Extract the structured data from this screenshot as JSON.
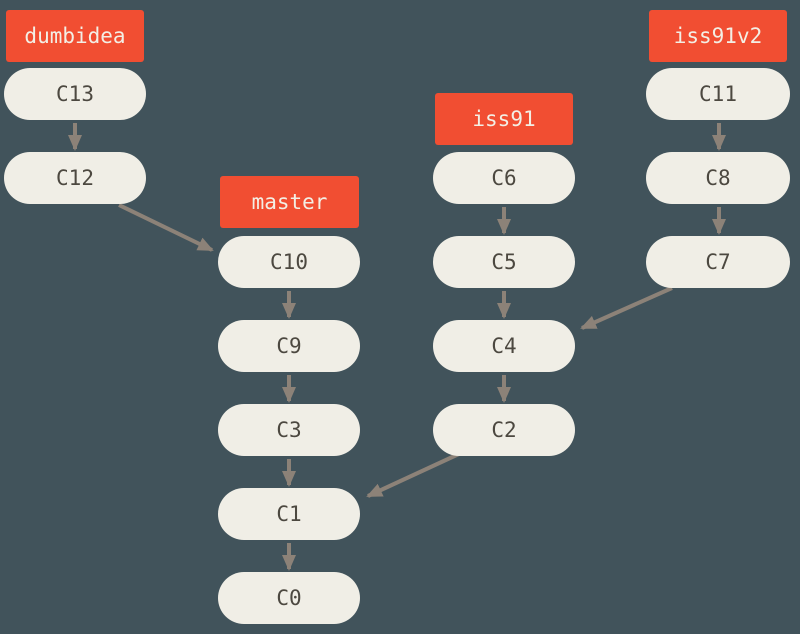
{
  "diagram": {
    "type": "git-commit-history-graph",
    "description": "Git history with topic branches dumbidea and iss91v2; arrows point from each commit to its parent"
  },
  "colors": {
    "background": "#41535B",
    "node_fill": "#F0EEE6",
    "node_text": "#4C4840",
    "branch_fill": "#F14E32",
    "branch_text": "#F3EFE5",
    "arrow": "#8C8278"
  },
  "branches": {
    "dumbidea": {
      "name": "dumbidea",
      "points_to": "C13"
    },
    "master": {
      "name": "master",
      "points_to": "C10"
    },
    "iss91": {
      "name": "iss91",
      "points_to": "C6"
    },
    "iss91v2": {
      "name": "iss91v2",
      "points_to": "C11"
    }
  },
  "commits": {
    "c13": {
      "id": "C13",
      "parent": "C12"
    },
    "c12": {
      "id": "C12",
      "parent": "C10"
    },
    "c10": {
      "id": "C10",
      "parent": "C9"
    },
    "c9": {
      "id": "C9",
      "parent": "C3"
    },
    "c3": {
      "id": "C3",
      "parent": "C1"
    },
    "c1": {
      "id": "C1",
      "parent": "C0"
    },
    "c0": {
      "id": "C0",
      "parent": null
    },
    "c6": {
      "id": "C6",
      "parent": "C5"
    },
    "c5": {
      "id": "C5",
      "parent": "C4"
    },
    "c4": {
      "id": "C4",
      "parent": "C2"
    },
    "c2": {
      "id": "C2",
      "parent": "C1"
    },
    "c11": {
      "id": "C11",
      "parent": "C8"
    },
    "c8": {
      "id": "C8",
      "parent": "C7"
    },
    "c7": {
      "id": "C7",
      "parent": "C4"
    }
  },
  "edges": [
    {
      "from": "C13",
      "to": "C12"
    },
    {
      "from": "C12",
      "to": "C10"
    },
    {
      "from": "C10",
      "to": "C9"
    },
    {
      "from": "C9",
      "to": "C3"
    },
    {
      "from": "C3",
      "to": "C1"
    },
    {
      "from": "C1",
      "to": "C0"
    },
    {
      "from": "C6",
      "to": "C5"
    },
    {
      "from": "C5",
      "to": "C4"
    },
    {
      "from": "C4",
      "to": "C2"
    },
    {
      "from": "C2",
      "to": "C1"
    },
    {
      "from": "C11",
      "to": "C8"
    },
    {
      "from": "C8",
      "to": "C7"
    },
    {
      "from": "C7",
      "to": "C4"
    }
  ]
}
